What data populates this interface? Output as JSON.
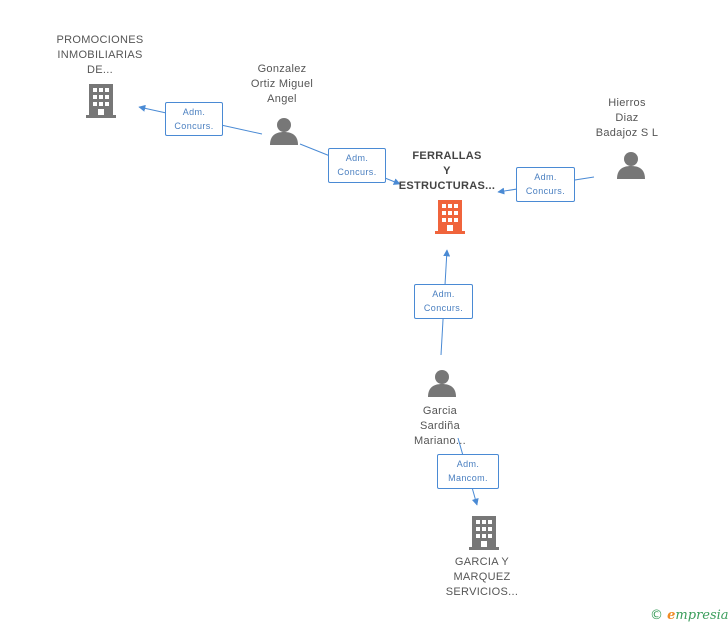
{
  "colors": {
    "edge": "#4a8ad4",
    "icon": "#777777",
    "focus_icon": "#f0643c",
    "brand_green": "#3a9d5b",
    "brand_orange": "#f08a24"
  },
  "nodes": {
    "promociones": {
      "lines": [
        "PROMOCIONES",
        "INMOBILIARIAS",
        "DE..."
      ],
      "icon": "building-icon"
    },
    "gonzalez": {
      "lines": [
        "Gonzalez",
        "Ortiz Miguel",
        "Angel"
      ],
      "icon": "person-icon"
    },
    "hierros": {
      "lines": [
        "Hierros",
        "Diaz",
        "Badajoz S L"
      ],
      "icon": "person-icon"
    },
    "ferrallas": {
      "lines": [
        "FERRALLAS",
        "Y",
        "ESTRUCTURAS..."
      ],
      "icon": "building-icon"
    },
    "garcia_sardina": {
      "lines": [
        "Garcia",
        "Sardiña",
        "Mariano..."
      ],
      "icon": "person-icon"
    },
    "garcia_marquez": {
      "lines": [
        "GARCIA Y",
        "MARQUEZ",
        "SERVICIOS..."
      ],
      "icon": "building-icon"
    }
  },
  "edges": {
    "gonzalez_promociones": [
      "Adm.",
      "Concurs."
    ],
    "gonzalez_ferrallas": [
      "Adm.",
      "Concurs."
    ],
    "hierros_ferrallas": [
      "Adm.",
      "Concurs."
    ],
    "sardina_ferrallas": [
      "Adm.",
      "Concurs."
    ],
    "sardina_marquez": [
      "Adm.",
      "Mancom."
    ]
  },
  "footer": {
    "copyright": "©",
    "brand_e": "e",
    "brand_rest": "mpresia"
  }
}
